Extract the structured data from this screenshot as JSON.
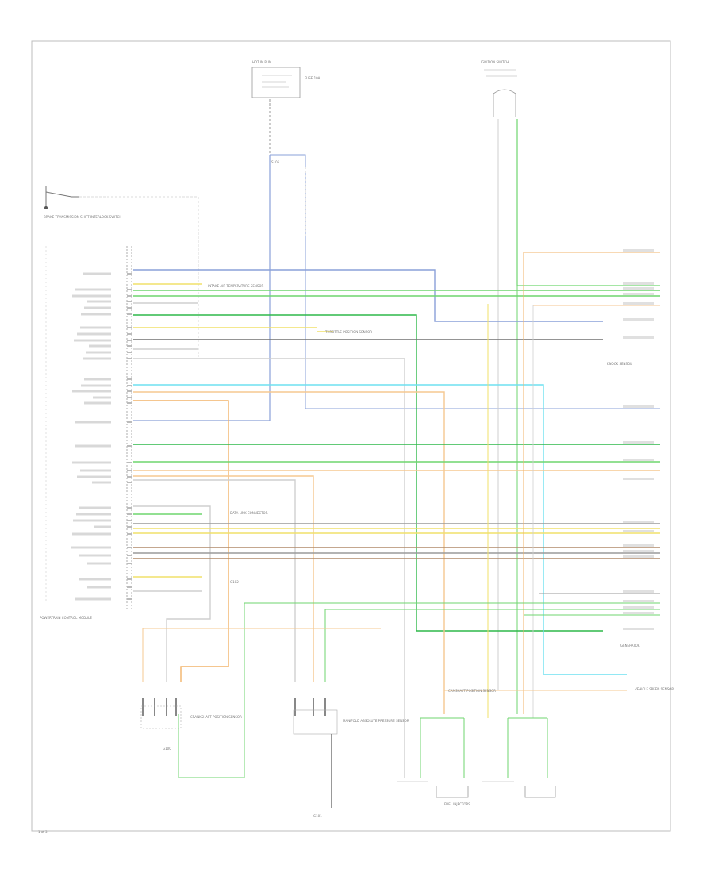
{
  "labels": {
    "hot_in_run": "HOT IN RUN",
    "fuse_text": "FUSE 10A",
    "ignition_switch": "IGNITION SWITCH",
    "splice_top": "S105",
    "brake_switch": "BRAKE TRANSMISSION SHIFT INTERLOCK SWITCH",
    "pcm_name": "POWERTRAIN CONTROL MODULE",
    "crank_sensor": "CRANKSHAFT POSITION SENSOR",
    "ground_g100": "G100",
    "ground_g101": "G101",
    "ground_g102": "G102",
    "map_sensor": "MANIFOLD ABSOLUTE PRESSURE SENSOR",
    "cmp_sensor": "CAMSHAFT POSITION SENSOR",
    "injectors": "FUEL INJECTORS",
    "knock_sensor": "KNOCK SENSOR",
    "iat_sensor": "INTAKE AIR TEMPERATURE SENSOR",
    "tps": "THROTTLE POSITION SENSOR",
    "generator": "GENERATOR",
    "data_link": "DATA LINK CONNECTOR",
    "speed_sensor": "VEHICLE SPEED SENSOR",
    "footer_code": "1 of 3"
  },
  "wire_colors": {
    "blue": "#8aa0d8",
    "green": "#6fd66f",
    "dark_green": "#2fb84a",
    "orange": "#f2b36a",
    "red": "#ff6a55",
    "yellow": "#f0e06a",
    "gray": "#9a9a9a",
    "dark_gray": "#707070",
    "cyan": "#6fe0f0",
    "peach": "#f5c890",
    "brown": "#b08a6a",
    "light_gray": "#cfcfcf"
  }
}
